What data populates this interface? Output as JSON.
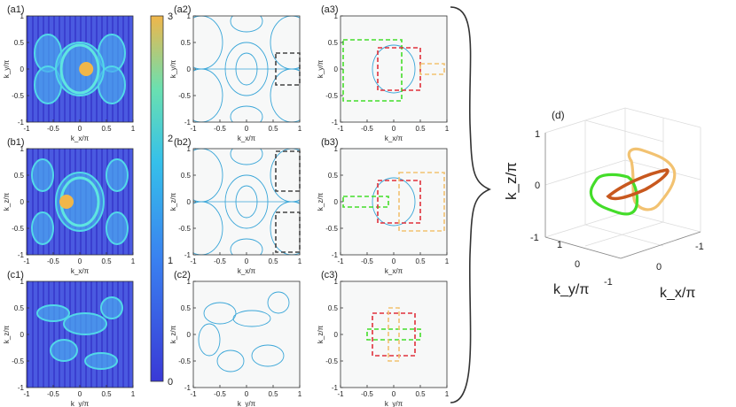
{
  "figure": {
    "rows": [
      {
        "panels": [
          {
            "label": "(a1)",
            "xlabel": "k_x/π",
            "ylabel": "k_y/π"
          },
          {
            "label": "(a2)",
            "xlabel": "k_x/π",
            "ylabel": "k_y/π"
          },
          {
            "label": "(a3)",
            "xlabel": "k_x/π",
            "ylabel": "k_y/π"
          }
        ]
      },
      {
        "panels": [
          {
            "label": "(b1)",
            "xlabel": "k_x/π",
            "ylabel": "k_z/π"
          },
          {
            "label": "(b2)",
            "xlabel": "k_x/π",
            "ylabel": "k_z/π"
          },
          {
            "label": "(b3)",
            "xlabel": "k_x/π",
            "ylabel": "k_z/π"
          }
        ]
      },
      {
        "panels": [
          {
            "label": "(c1)",
            "xlabel": "k_y/π",
            "ylabel": "k_z/π"
          },
          {
            "label": "(c2)",
            "xlabel": "k_y/π",
            "ylabel": "k_z/π"
          },
          {
            "label": "(c3)",
            "xlabel": "k_y/π",
            "ylabel": "k_z/π"
          }
        ]
      }
    ],
    "ticks_x": [
      "-1",
      "-0.5",
      "0",
      "0.5",
      "1"
    ],
    "ticks_y": [
      "-1",
      "-0.5",
      "0",
      "0.5",
      "1"
    ],
    "colorbar": {
      "max": "3",
      "mid": "2",
      "low": "1",
      "min": "0",
      "colors": [
        "#3a39d6",
        "#3a7af0",
        "#35b8f0",
        "#3de0d0",
        "#f0b64a"
      ]
    },
    "panel_d": {
      "label": "(d)",
      "zlabel": "k_z/π",
      "xlabel": "k_x/π",
      "ylabel": "k_y/π",
      "z_ticks": [
        "1",
        "0",
        "-1"
      ],
      "x_ticks": [
        "0",
        "-1"
      ],
      "y_ticks": [
        "1",
        "0",
        "-1"
      ],
      "loop_colors": {
        "green": "#44dd2a",
        "orange": "#c8581e",
        "yellow": "#f2c271"
      }
    },
    "box_colors": {
      "green": "#44dd2a",
      "red": "#e0303a",
      "orange": "#f2c271",
      "dark": "#444444"
    },
    "contour_color": "#3aa6d8"
  }
}
